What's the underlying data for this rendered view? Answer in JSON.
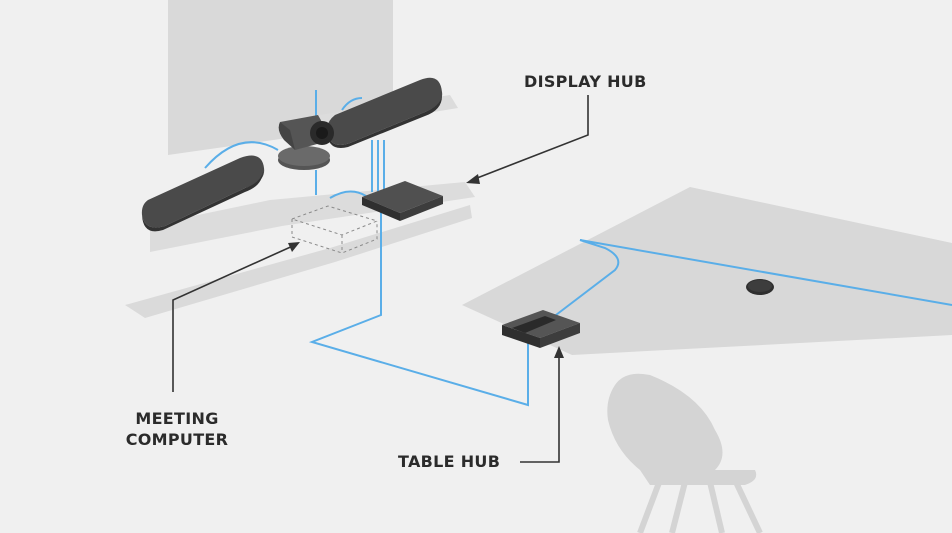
{
  "labels": {
    "display_hub": "DISPLAY HUB",
    "meeting_computer_line1": "MEETING",
    "meeting_computer_line2": "COMPUTER",
    "table_hub": "TABLE HUB"
  },
  "colors": {
    "background": "#f0f0f0",
    "surface": "#d9d9d9",
    "device_dark": "#4a4a4a",
    "device_darker": "#2f2f2f",
    "cable": "#5aaee8",
    "arrow": "#333333",
    "text": "#2b2b2b",
    "chair": "#d4d4d4"
  },
  "icons": {
    "speakers": "speaker-bar-icon",
    "camera": "ptz-camera-icon",
    "hub": "hub-box-icon",
    "microphone": "table-mic-icon",
    "computer": "dashed-computer-outline-icon",
    "chair": "chair-icon"
  }
}
